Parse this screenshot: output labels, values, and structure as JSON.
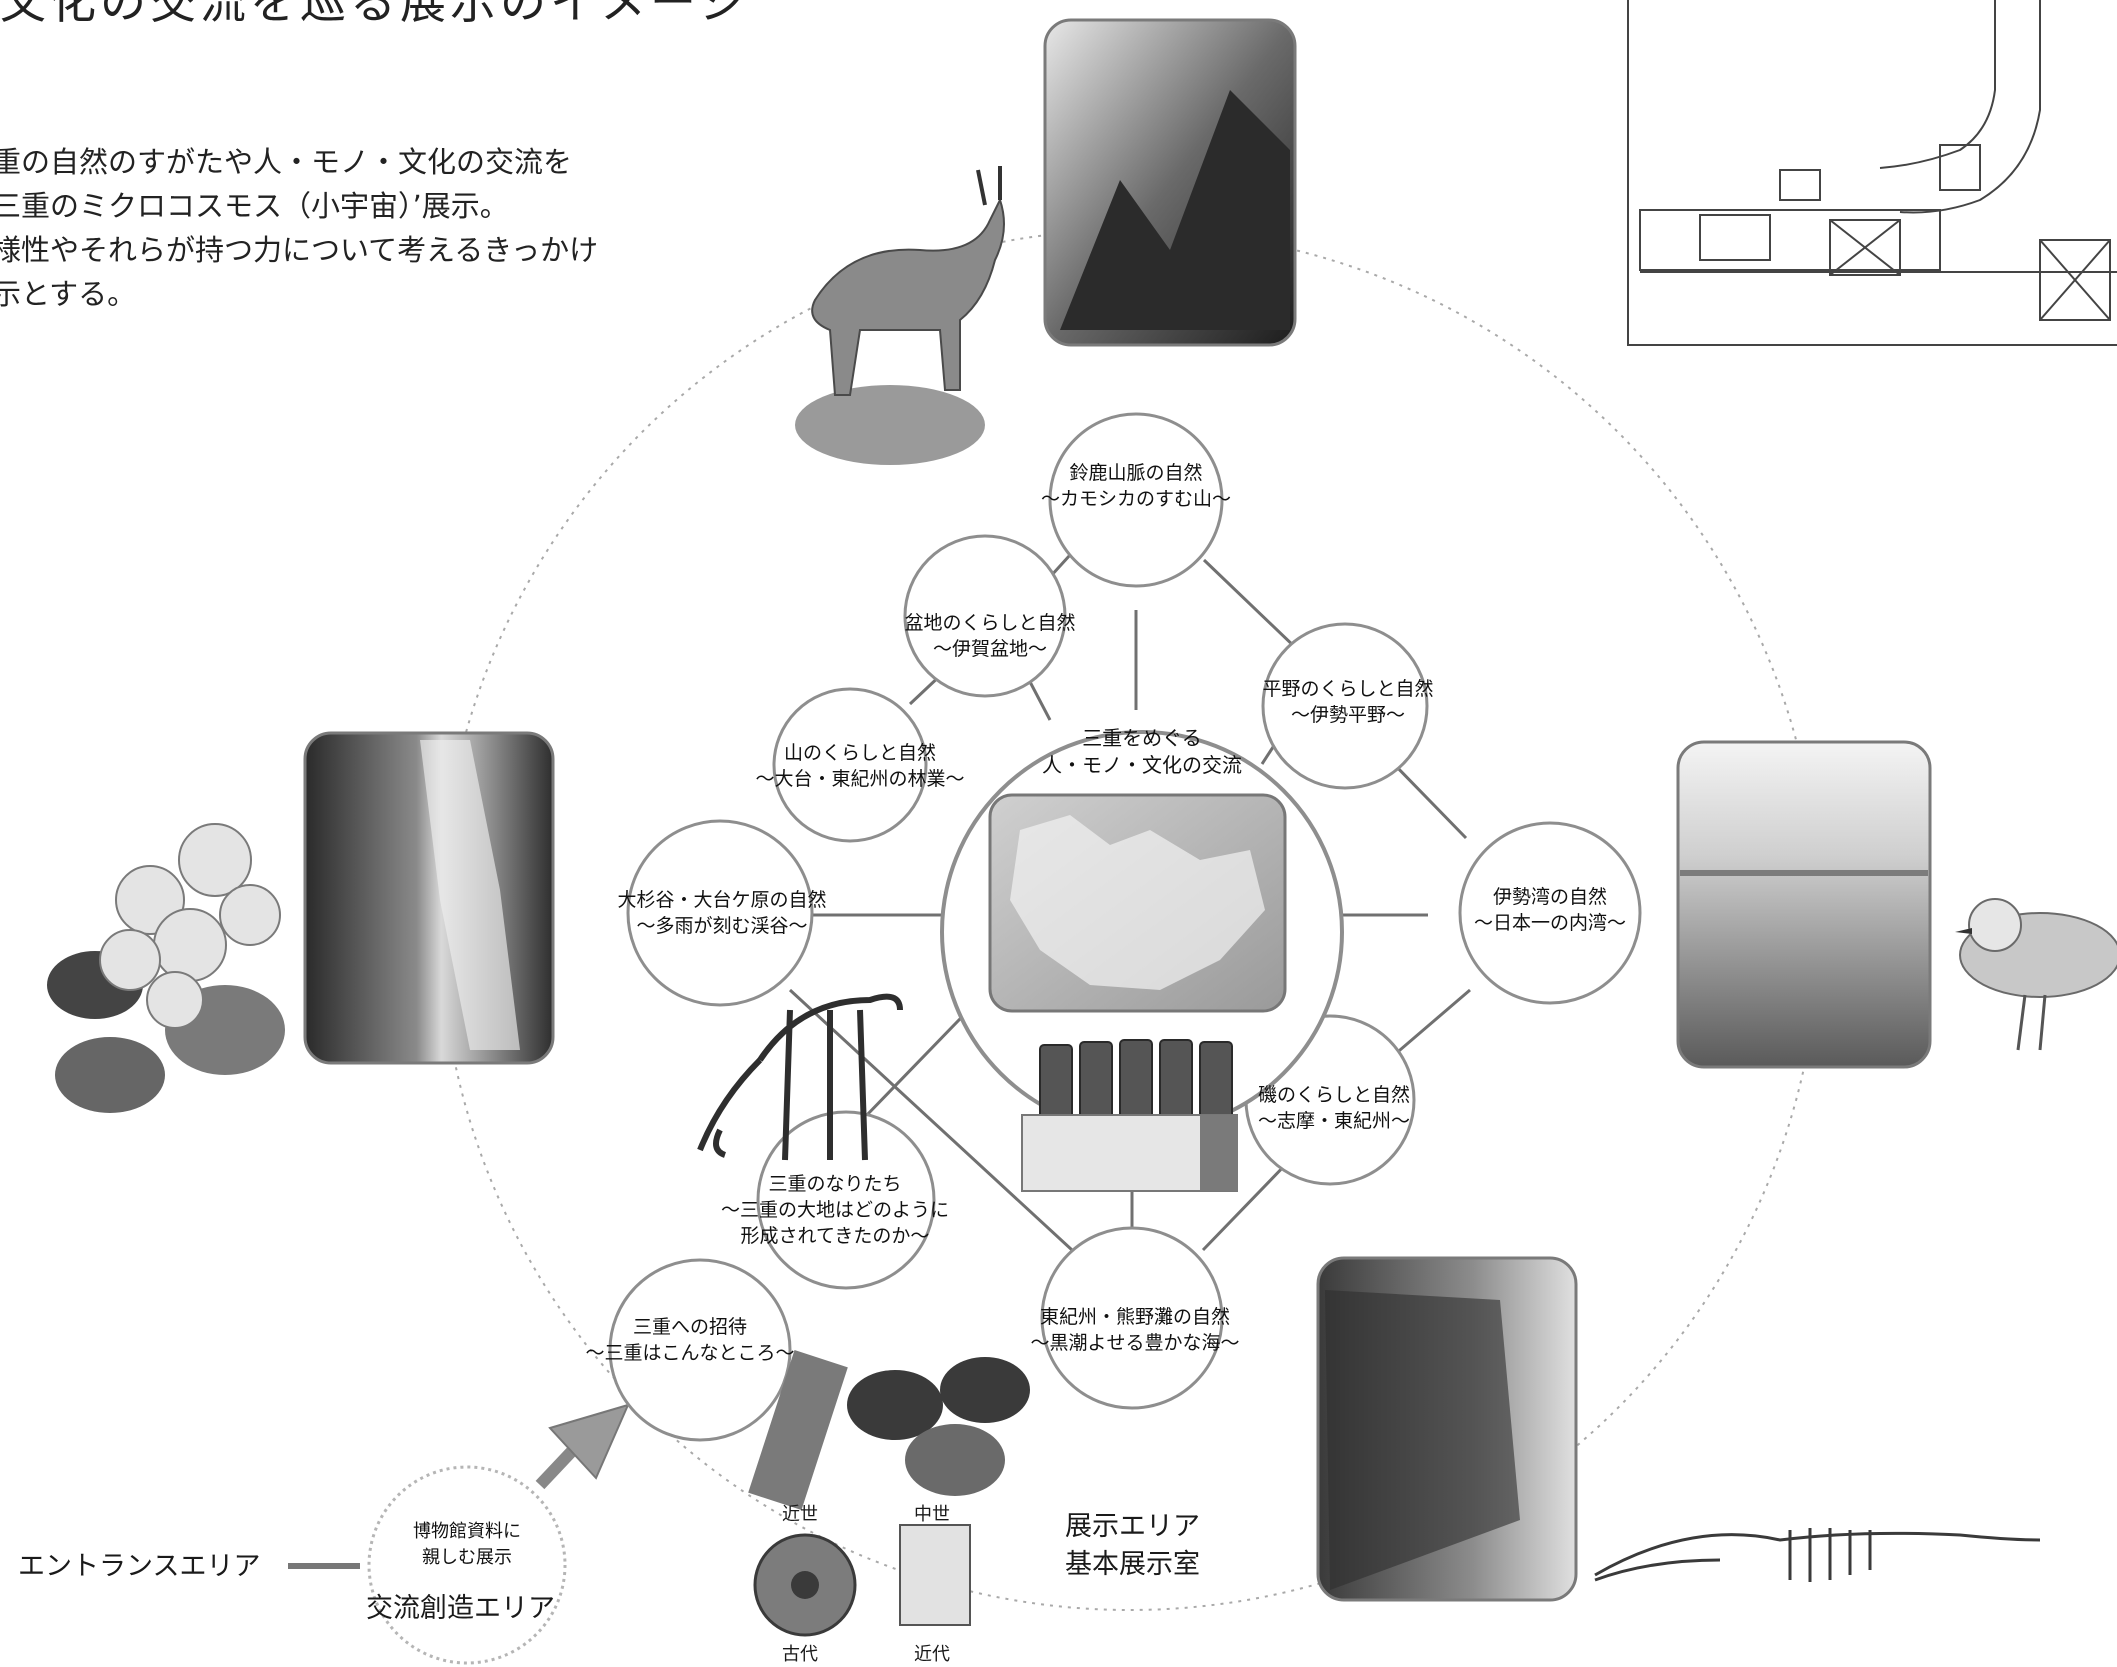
{
  "header": {
    "title": "文化の交流を巡る展示のイメージ",
    "intro_lines": [
      "重の自然のすがたや人・モノ・文化の交流を",
      "三重のミクロコスモス（小宇宙）’展示。",
      "様性やそれらが持つ力について考えるきっかけ",
      "示とする。"
    ]
  },
  "center": {
    "line1": "三重をめぐる",
    "line2": "人・モノ・文化の交流"
  },
  "nodes": {
    "suzuka": {
      "line1": "鈴鹿山脈の自然",
      "line2": "〜カモシカのすむ山〜"
    },
    "bonchi": {
      "line1": "盆地のくらしと自然",
      "line2": "〜伊賀盆地〜"
    },
    "heiya": {
      "line1": "平野のくらしと自然",
      "line2": "〜伊勢平野〜"
    },
    "yama": {
      "line1": "山のくらしと自然",
      "line2": "〜大台・東紀州の林業〜"
    },
    "osugi": {
      "line1": "大杉谷・大台ケ原の自然",
      "line2": "〜多雨が刻む渓谷〜"
    },
    "isewan": {
      "line1": "伊勢湾の自然",
      "line2": "〜日本一の内湾〜"
    },
    "iso": {
      "line1": "磯のくらしと自然",
      "line2": "〜志摩・東紀州〜"
    },
    "naritachi": {
      "line1": "三重のなりたち",
      "line2": "〜三重の大地はどのように",
      "line3": "形成されてきたのか〜"
    },
    "kumano": {
      "line1": "東紀州・熊野灘の自然",
      "line2": "〜黒潮よせる豊かな海〜"
    },
    "shotai": {
      "line1": "三重への招待",
      "line2": "〜三重はこんなところ〜"
    },
    "shiryo": {
      "line1": "博物館資料に",
      "line2": "親しむ展示"
    }
  },
  "entrance_label": "エントランスエリア",
  "exchange_area_label": "交流創造エリア",
  "exhibit_area": {
    "line1": "展示エリア",
    "line2": "基本展示室"
  },
  "era_captions": {
    "kinsei_top": "近世",
    "chusei": "中世",
    "kodai": "古代",
    "kindai": "近代"
  },
  "colors": {
    "line": "#6f6f6f",
    "circle": "#8a8a8a",
    "text": "#1a1a1a"
  }
}
